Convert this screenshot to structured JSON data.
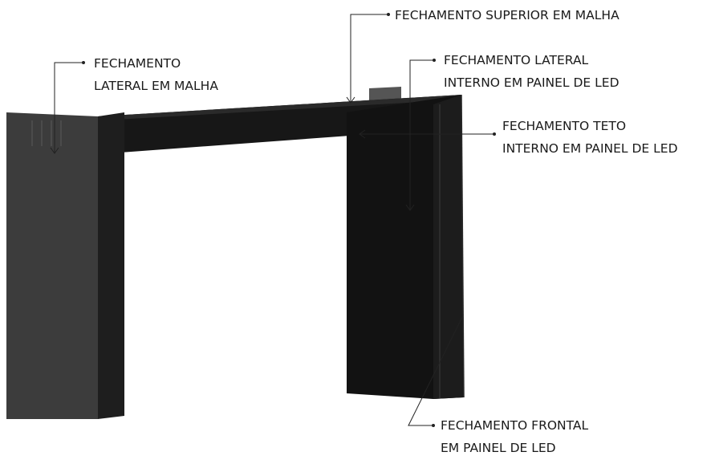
{
  "diagram": {
    "callouts": {
      "lateral_malha": {
        "line1": "FECHAMENTO",
        "line2": "LATERAL EM MALHA"
      },
      "superior_malha": {
        "line1": "FECHAMENTO SUPERIOR EM MALHA"
      },
      "lateral_interno_led": {
        "line1": "FECHAMENTO LATERAL",
        "line2": "INTERNO EM PAINEL DE LED"
      },
      "teto_interno_led": {
        "line1": "FECHAMENTO TETO",
        "line2": "INTERNO EM PAINEL DE LED"
      },
      "frontal_led": {
        "line1": "FECHAMENTO FRONTAL",
        "line2": "EM PAINEL DE LED"
      }
    },
    "colors": {
      "left_pillar_face": "#3c3c3c",
      "left_pillar_side": "#1e1e1e",
      "beam": "#171717",
      "right_pillar": "#121212",
      "right_pillar_edge": "#222222",
      "leader_line": "#222222"
    }
  }
}
